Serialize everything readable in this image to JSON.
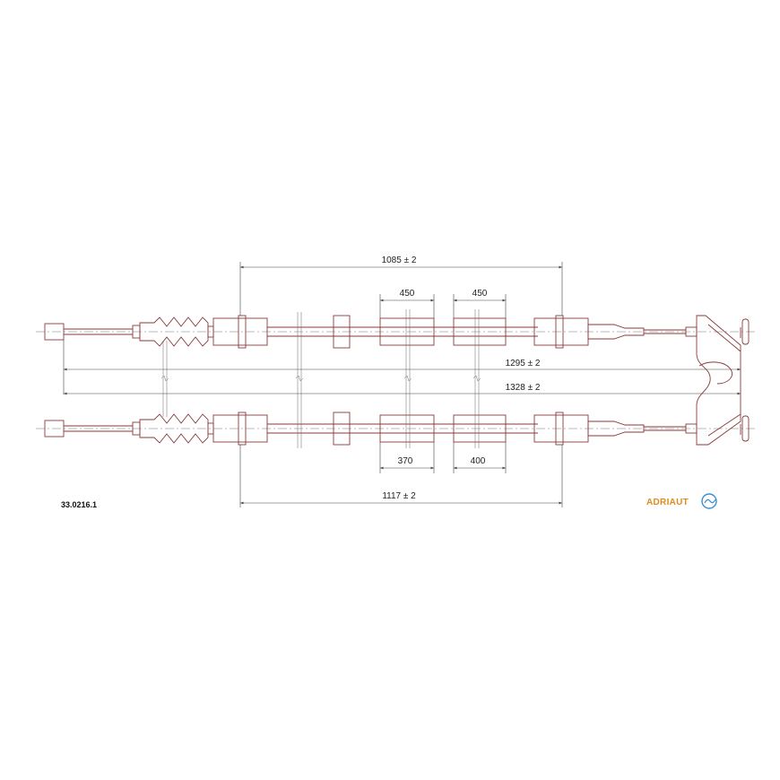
{
  "drawing": {
    "part_number": "33.0216.1",
    "brand_name": "ADRIAUT",
    "dimensions": {
      "top_overall": "1085 ± 2",
      "top_seg_left": "450",
      "top_seg_right": "450",
      "mid_upper": "1295 ± 2",
      "mid_lower": "1328 ± 2",
      "bottom_seg_left": "370",
      "bottom_seg_right": "400",
      "bottom_overall": "1117 ± 2"
    },
    "colors": {
      "outline": "#8a3a3a",
      "brand_orange": "#e08a1e",
      "brand_blue": "#3a8fd0"
    }
  }
}
